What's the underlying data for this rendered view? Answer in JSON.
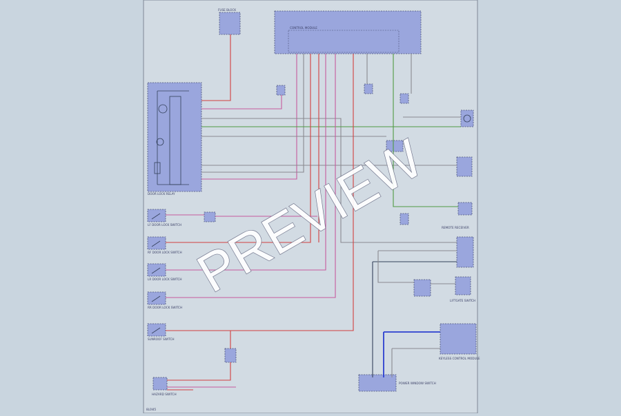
{
  "watermark": "PREVIEW",
  "footer_code": "8L0I45",
  "colors": {
    "background": "#c9d5df",
    "sheet": "#d2dbe3",
    "component": "#9aa6dd",
    "wire_red": "#d23f3f",
    "wire_pink": "#c65a9e",
    "wire_green": "#4f9a43",
    "wire_gray": "#8a8a90",
    "wire_blue": "#2b3fd0"
  },
  "labels": {
    "door_lock_relay": "DOOR LOCK RELAY",
    "power_window_switch": "POWER WINDOW SWITCH",
    "control_module": "CONTROL MODULE",
    "keyless_control_module": "KEYLESS CONTROL MODULE",
    "lf_door_lock_switch": "LF DOOR LOCK SWITCH",
    "rf_door_lock_switch": "RF DOOR LOCK SWITCH",
    "lr_door_lock_switch": "LR DOOR LOCK SWITCH",
    "rr_door_lock_switch": "RR DOOR LOCK SWITCH",
    "sunroof_switch": "SUNROOF SWITCH",
    "liftgate_switch": "LIFTGATE SWITCH",
    "remote_receiver": "REMOTE RECEIVER",
    "hazard_switch": "HAZARD SWITCH",
    "fuse_block": "FUSE BLOCK"
  }
}
